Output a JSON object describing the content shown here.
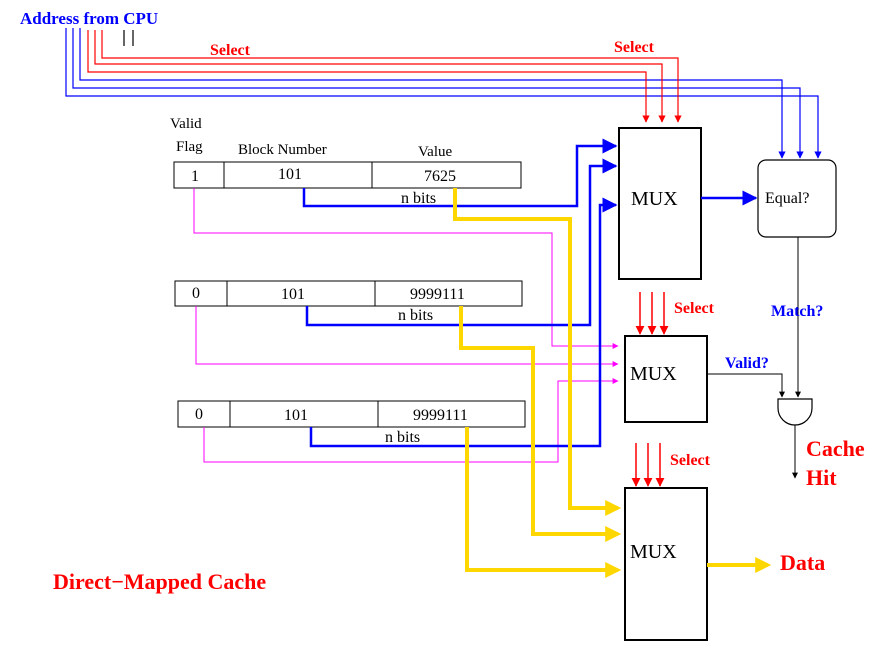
{
  "title": "Direct−Mapped Cache",
  "address_label": "Address from CPU",
  "select_label": "Select",
  "headers": {
    "valid": "Valid",
    "flag": "Flag",
    "block_number": "Block Number",
    "value": "Value"
  },
  "rows": [
    {
      "flag": "1",
      "block": "101",
      "value": "7625",
      "nbits": "n bits"
    },
    {
      "flag": "0",
      "block": "101",
      "value": "9999111",
      "nbits": "n bits"
    },
    {
      "flag": "0",
      "block": "101",
      "value": "9999111",
      "nbits": "n bits"
    }
  ],
  "mux_label": "MUX",
  "equal_label": "Equal?",
  "match_label": "Match?",
  "valid_label": "Valid?",
  "cache_hit": [
    "Cache",
    "Hit"
  ],
  "data_label": "Data",
  "colors": {
    "blue": "#0000ff",
    "red": "#ff0000",
    "magenta": "#ff00ff",
    "yellow": "#ffd700",
    "black": "#000000"
  }
}
